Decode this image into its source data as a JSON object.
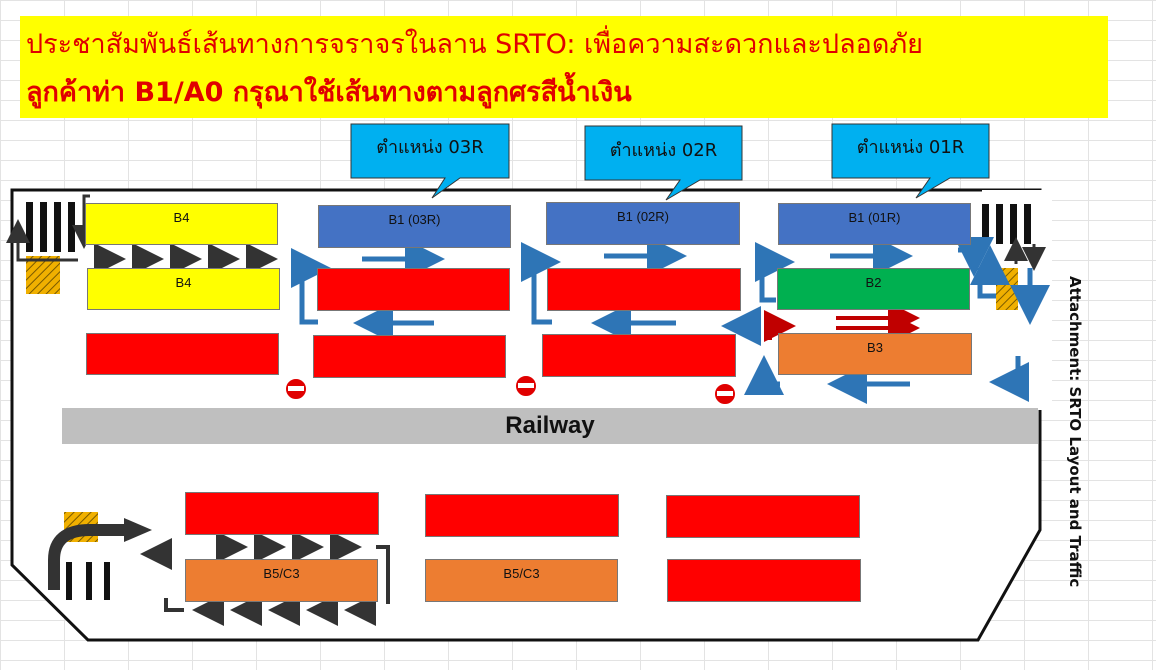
{
  "banner": {
    "line1": "ประชาสัมพันธ์เส้นทางการจราจรในลาน SRTO: เพื่อความสะดวกและปลอดภัย",
    "line2": "ลูกค้าท่า B1/A0 กรุณาใช้เส้นทางตามลูกศรสีน้ำเงิน"
  },
  "callouts": [
    {
      "label": "ตำแหน่ง 03R"
    },
    {
      "label": "ตำแหน่ง 02R"
    },
    {
      "label": "ตำแหน่ง 01R"
    }
  ],
  "blocks": {
    "b4_top": "B4",
    "b4_bottom": "B4",
    "b1_03r": "B1 (03R)",
    "b1_02r": "B1 (02R)",
    "b1_01r": "B1 (01R)",
    "b2": "B2",
    "b3": "B3",
    "b5c3_left": "B5/C3",
    "b5c3_mid": "B5/C3"
  },
  "railway": "Railway",
  "side_label": "Attachment: SRTO Layout and Traffic",
  "colors": {
    "banner": "#ffff00",
    "banner_text": "#e00000",
    "callout": "#00b0f0",
    "blue_arrow": "#2e75b6",
    "red_block": "#ff0000",
    "yellow_block": "#ffff00",
    "blue_block": "#4472c4",
    "green_block": "#00b050",
    "orange_block": "#ed7d31",
    "railway": "#bfbfbf"
  }
}
